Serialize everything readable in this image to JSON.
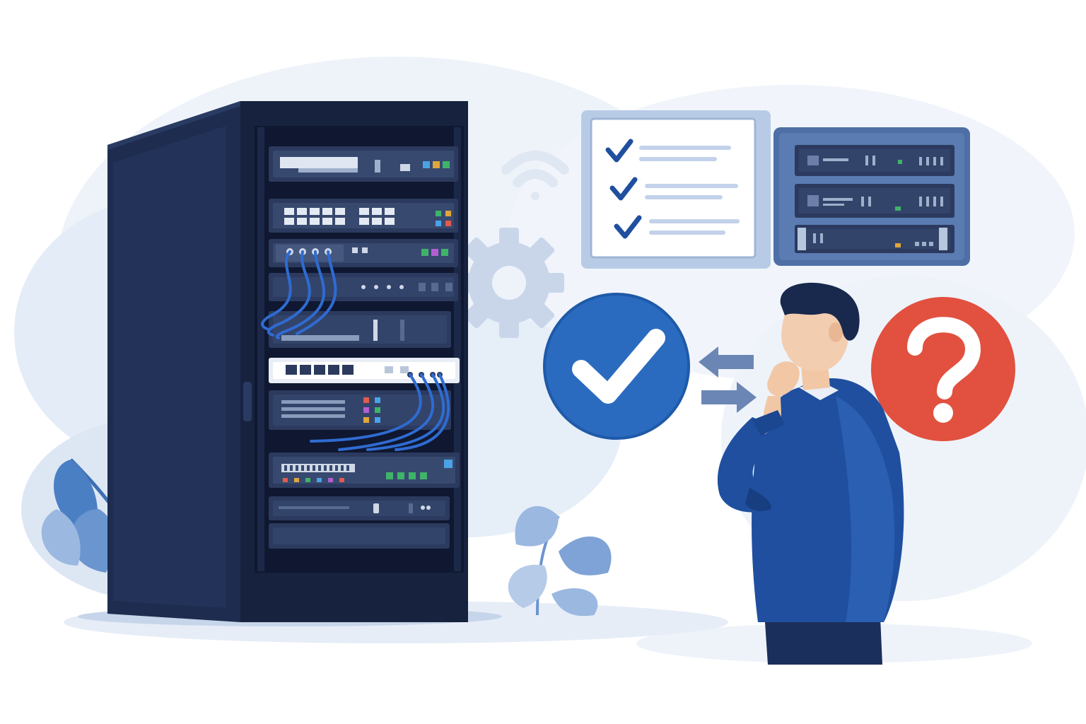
{
  "scene": {
    "subject": "server-rack-review",
    "colors": {
      "navy": "#1f2f55",
      "rack_dark": "#17223e",
      "accent_blue": "#2a6bc0",
      "light_blue": "#c9d8ec",
      "check_green": "#2f9e58",
      "alert_red": "#e2503f",
      "suit_blue": "#1f4f9e",
      "wire_blue": "#2f6bd2"
    },
    "icons": [
      "server-rack",
      "wifi-icon",
      "gear-icon",
      "checklist-card",
      "server-status-card",
      "check-circle-icon",
      "question-circle-icon",
      "exchange-arrows-icon",
      "person-thinking",
      "leaf-plant"
    ],
    "status": {
      "approved": "check-circle",
      "uncertain": "question-circle"
    }
  }
}
